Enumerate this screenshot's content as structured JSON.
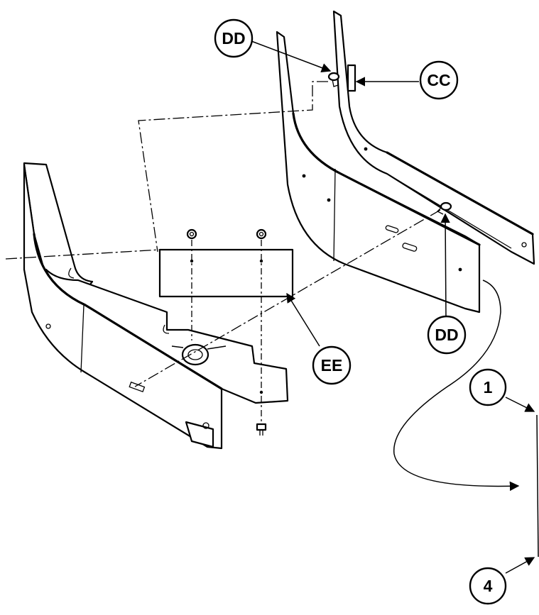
{
  "callouts": {
    "dd_top": "DD",
    "cc": "CC",
    "dd_right": "DD",
    "ee": "EE",
    "item_1": "1",
    "item_4": "4"
  }
}
